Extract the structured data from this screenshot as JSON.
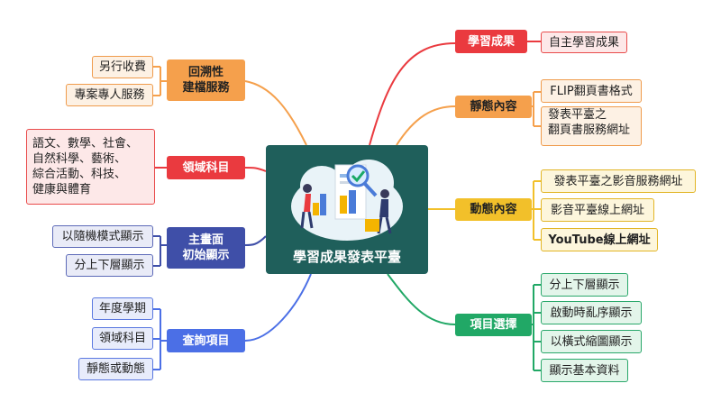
{
  "center": {
    "title": "學習成果發表平臺"
  },
  "branches": {
    "results": {
      "label": "學習成果",
      "children": [
        "自主學習成果"
      ]
    },
    "static": {
      "label": "靜態內容",
      "children": [
        "FLIP翻頁書格式",
        "發表平臺之",
        "翻頁書服務網址"
      ]
    },
    "dynamic": {
      "label": "動態內容",
      "children": [
        "發表平臺之影音服務網址",
        "影音平臺線上網址",
        "YouTube線上網址"
      ]
    },
    "items": {
      "label": "項目選擇",
      "children": [
        "分上下層顯示",
        "啟動時亂序顯示",
        "以橫式縮圖顯示",
        "顯示基本資料"
      ]
    },
    "services": {
      "label1": "回溯性",
      "label2": "建檔服務",
      "children": [
        "另行收費",
        "專案專人服務"
      ]
    },
    "domain": {
      "label": "領域科目",
      "children": [
        "語文、數學、社會、",
        "自然科學、藝術、",
        "綜合活動、科技、",
        "健康與體育"
      ]
    },
    "home": {
      "label1": "主畫面",
      "label2": "初始顯示",
      "children": [
        "以隨機模式顯示",
        "分上下層顯示"
      ]
    },
    "query": {
      "label": "查詢項目",
      "children": [
        "年度學期",
        "領域科目",
        "靜態或動態"
      ]
    }
  },
  "colors": {
    "red": "#ea3a3f",
    "orange": "#f5a04c",
    "yellow": "#f2c02a",
    "green": "#21a866",
    "blue": "#4b6fe6",
    "navy": "#3f4fa8",
    "center": "#1f5f5b"
  }
}
